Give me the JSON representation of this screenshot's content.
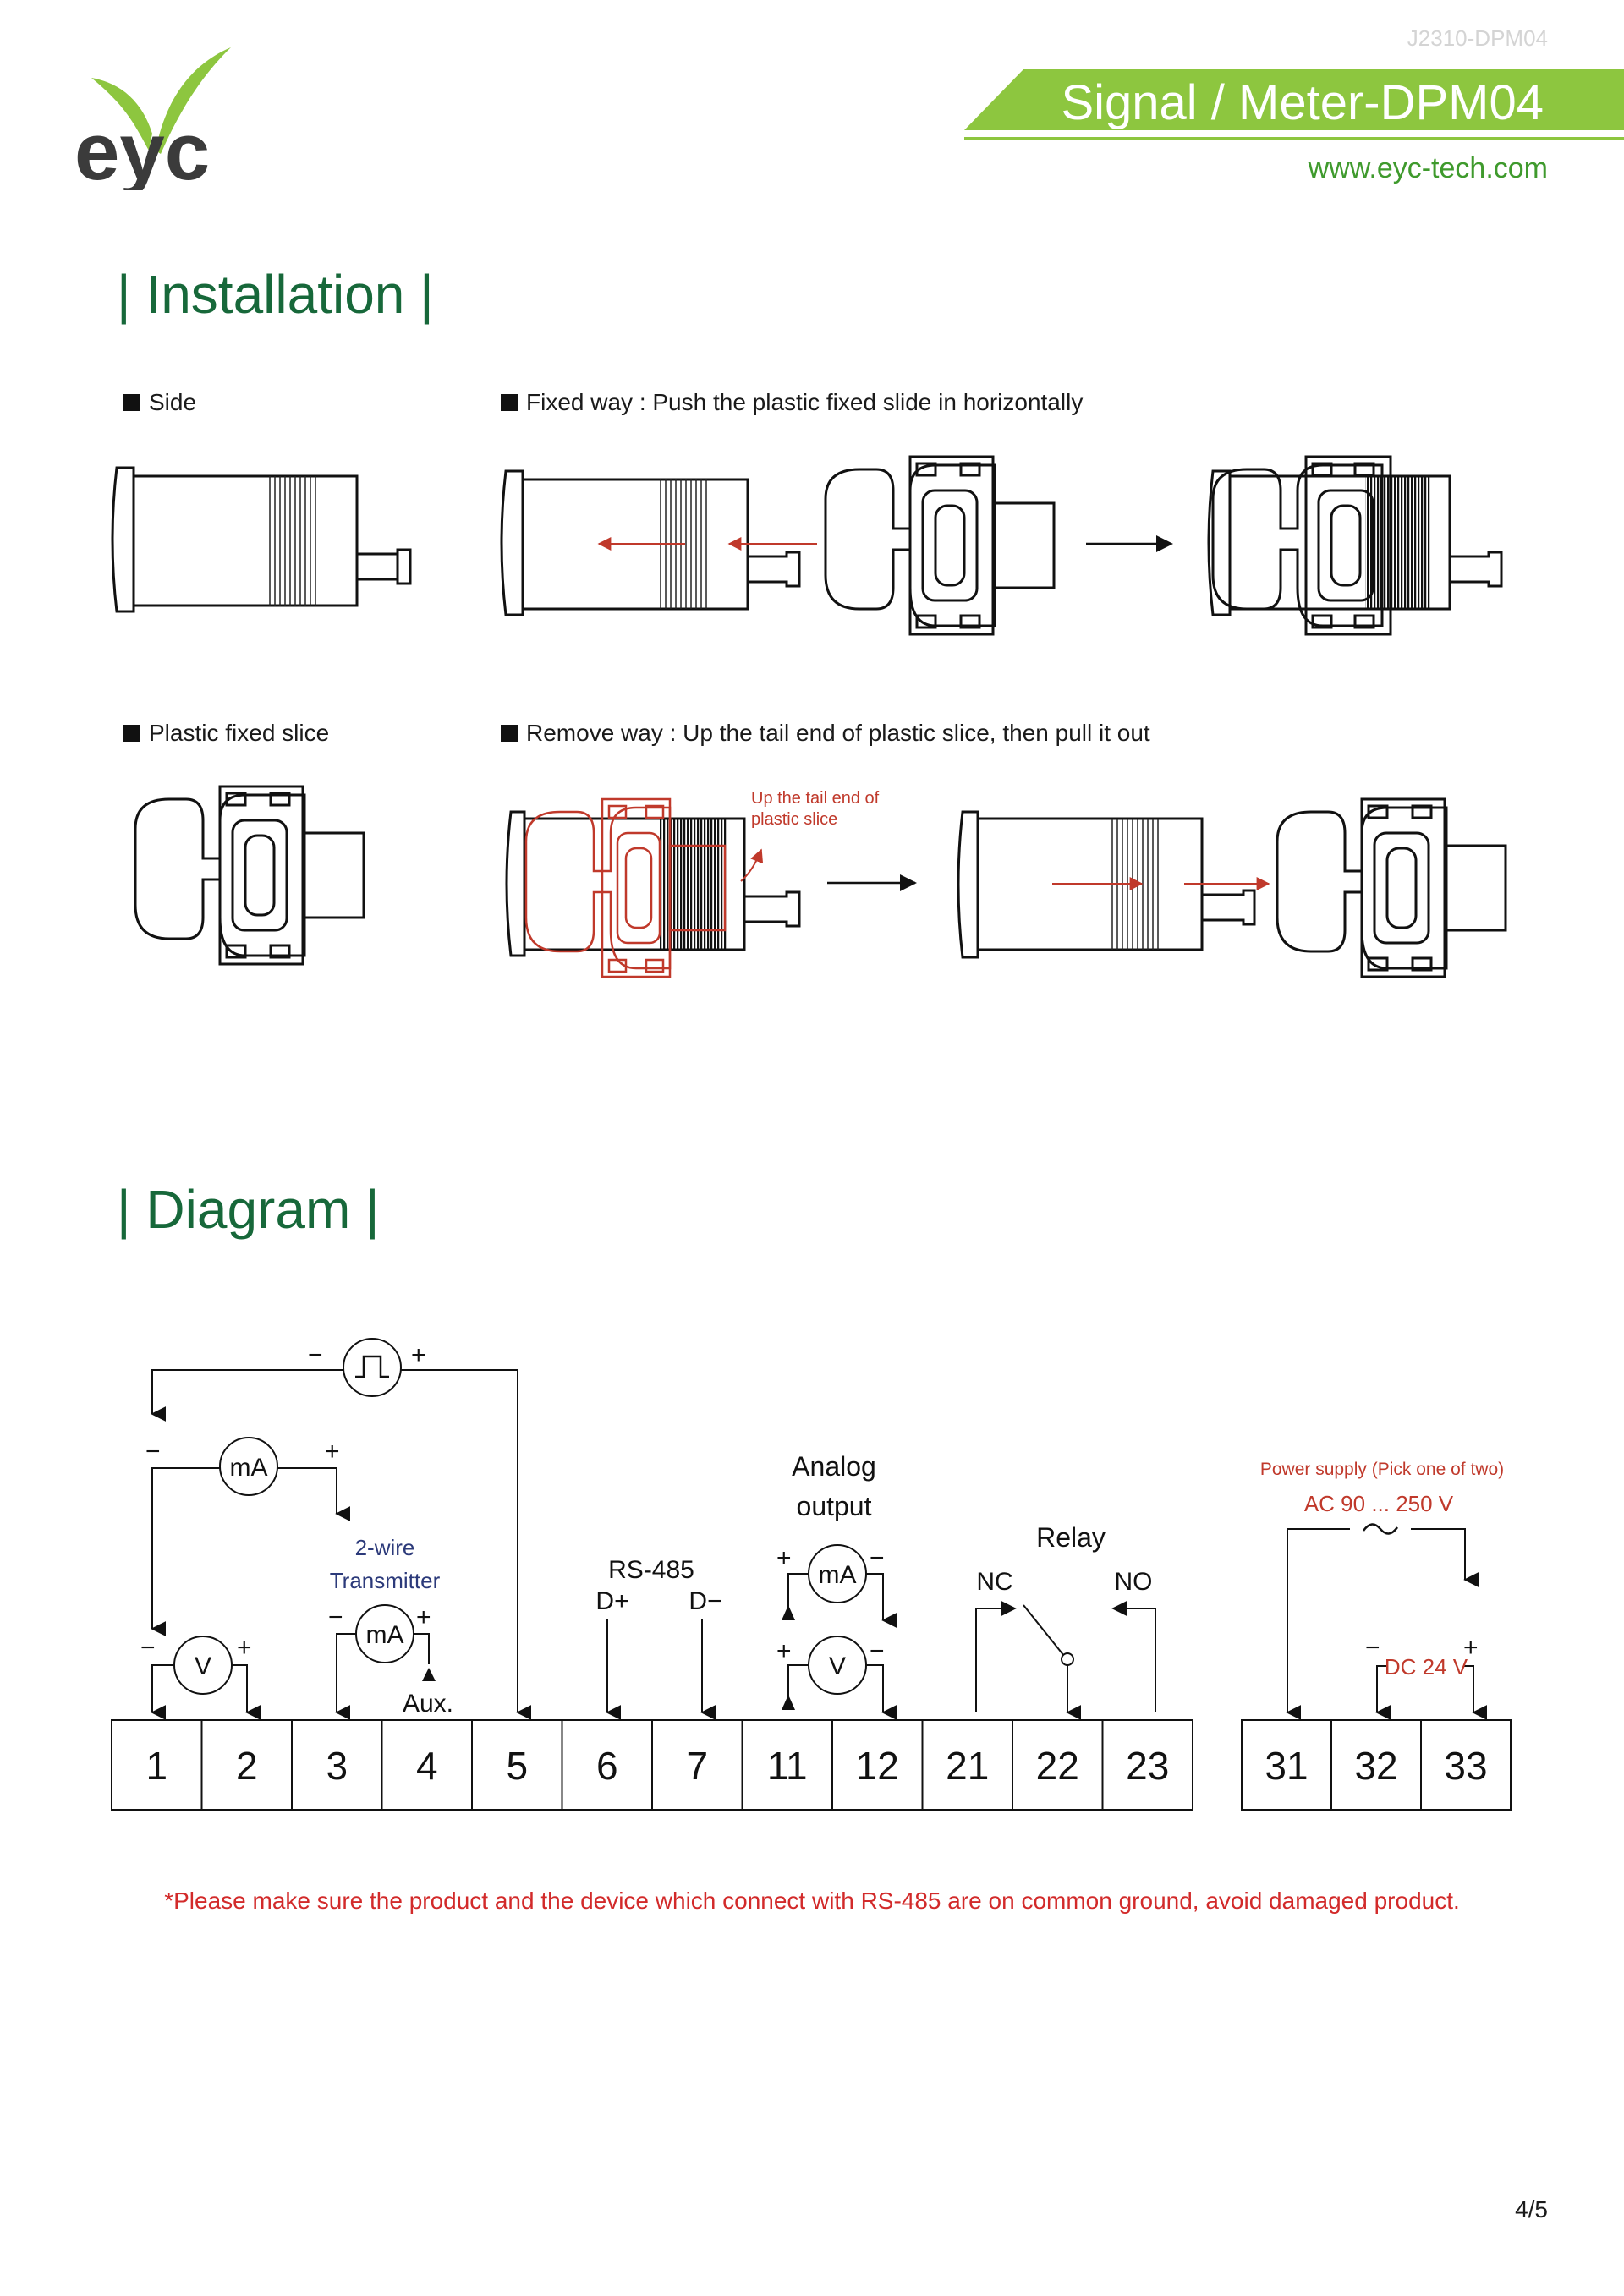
{
  "header": {
    "doc_code": "J2310-DPM04",
    "title": "Signal / Meter-DPM04",
    "website": "www.eyc-tech.com",
    "logo_text": "eyc",
    "brand_color": "#8dc63f",
    "dark_green": "#17683a"
  },
  "installation": {
    "heading": "| Installation |",
    "side_label": "Side",
    "fixed_label": "Fixed way : Push the plastic fixed slide in horizontally",
    "slice_label": "Plastic fixed slice",
    "remove_label": "Remove way : Up the tail end of plastic slice, then pull it out",
    "remove_note_line1": "Up the tail end of",
    "remove_note_line2": "plastic slice"
  },
  "diagram": {
    "heading": "| Diagram |",
    "pulse_minus": "−",
    "pulse_plus": "+",
    "ma_left": "mA",
    "ma_left_minus": "−",
    "ma_left_plus": "+",
    "v_left": "V",
    "v_left_minus": "−",
    "v_left_plus": "+",
    "transmitter_line1": "2-wire",
    "transmitter_line2": "Transmitter",
    "transmitter_ma": "mA",
    "transmitter_minus": "−",
    "transmitter_plus": "+",
    "aux": "Aux.",
    "rs485": "RS-485",
    "d_plus": "D+",
    "d_minus": "D−",
    "analog_line1": "Analog",
    "analog_line2": "output",
    "analog_ma": "mA",
    "analog_v": "V",
    "analog_plus": "+",
    "analog_minus": "−",
    "relay": "Relay",
    "nc": "NC",
    "no": "NO",
    "power_supply": "Power supply (Pick one of two)",
    "ac_range": "AC 90 ... 250 V",
    "dc_label": "DC 24 V",
    "dc_minus": "−",
    "dc_plus": "+",
    "terminals_main": [
      "1",
      "2",
      "3",
      "4",
      "5",
      "6",
      "7",
      "11",
      "12",
      "21",
      "22",
      "23"
    ],
    "terminals_power": [
      "31",
      "32",
      "33"
    ],
    "note": "*Please make sure the product and the device which connect with RS-485 are on common ground, avoid damaged product."
  },
  "footer": {
    "page": "4/5"
  }
}
